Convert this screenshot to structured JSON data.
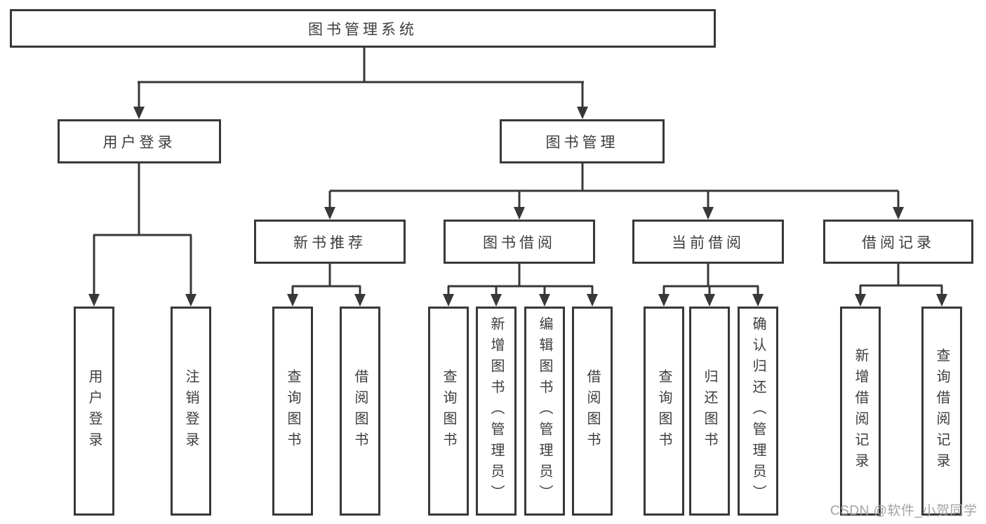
{
  "tree": {
    "root": {
      "label": "图书管理系统"
    },
    "branches": [
      {
        "label": "用户登录",
        "leaves": [
          {
            "label": "用户登录"
          },
          {
            "label": "注销登录"
          }
        ]
      },
      {
        "label": "图书管理",
        "groups": [
          {
            "label": "新书推荐",
            "leaves": [
              {
                "label": "查询图书"
              },
              {
                "label": "借阅图书"
              }
            ]
          },
          {
            "label": "图书借阅",
            "leaves": [
              {
                "label": "查询图书"
              },
              {
                "label": "新增图书（管理员）"
              },
              {
                "label": "编辑图书（管理员）"
              },
              {
                "label": "借阅图书"
              }
            ]
          },
          {
            "label": "当前借阅",
            "leaves": [
              {
                "label": "查询图书"
              },
              {
                "label": "归还图书"
              },
              {
                "label": "确认归还（管理员）"
              }
            ]
          },
          {
            "label": "借阅记录",
            "leaves": [
              {
                "label": "新增借阅记录"
              },
              {
                "label": "查询借阅记录"
              }
            ]
          }
        ]
      }
    ]
  },
  "watermark": {
    "text": "CSDN @软件_小贺同学"
  },
  "colors": {
    "line": "#383838",
    "box_border": "#383838",
    "text": "#3d3d3d",
    "watermark": "#a3a3a3",
    "background": "#ffffff"
  }
}
